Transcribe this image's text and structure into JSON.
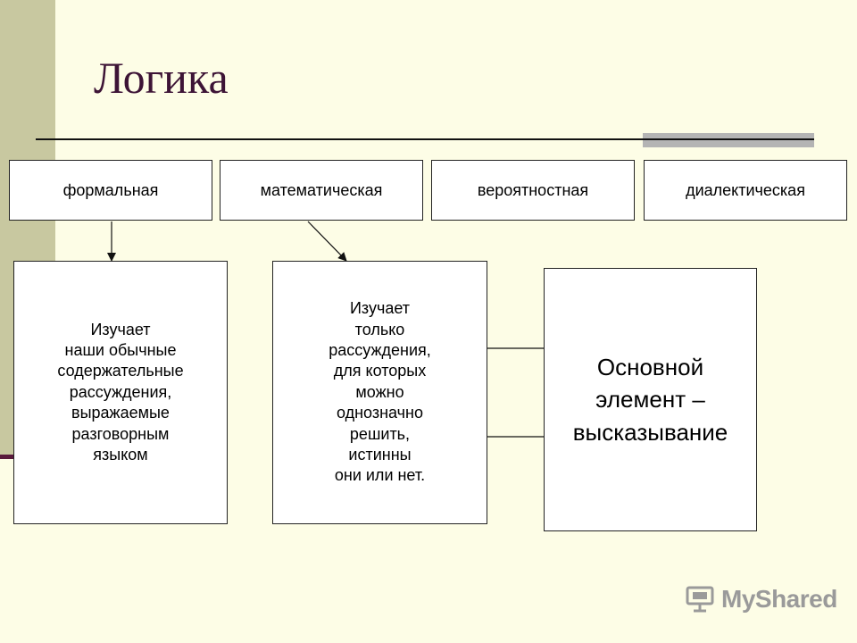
{
  "slide": {
    "title": "Логика",
    "categories": [
      {
        "label": "формальная"
      },
      {
        "label": "математическая"
      },
      {
        "label": "вероятностная"
      },
      {
        "label": "диалектическая"
      }
    ],
    "descriptions": [
      {
        "text": "Изучает\nнаши обычные\nсодержательные\nрассуждения,\nвыражаемые\nразговорным\nязыком"
      },
      {
        "text": "Изучает\nтолько\nрассуждения,\nдля которых\nможно\nоднозначно\nрешить,\nистинны\nони или нет."
      }
    ],
    "main_element": "Основной\nэлемент –\nвысказывание"
  },
  "watermark": {
    "brand": "MyShared"
  },
  "colors": {
    "background": "#fdfde6",
    "sidebar": "#c8c8a0",
    "title": "#3d1436",
    "accent_line": "#5a1a3c",
    "rule_accent": "#b4b4b4"
  }
}
